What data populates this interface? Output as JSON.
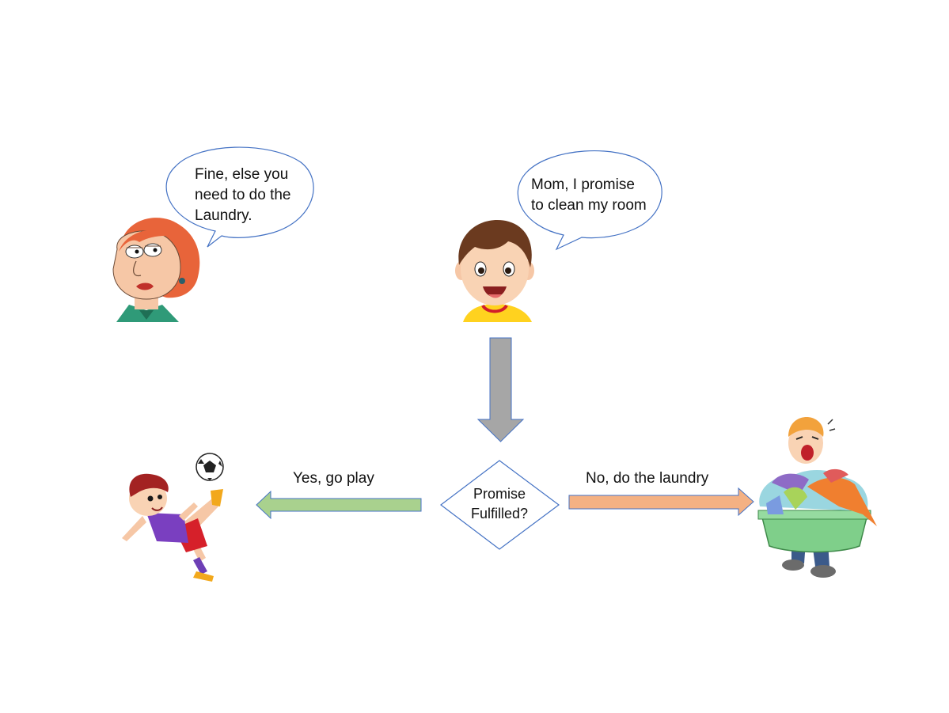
{
  "mom_bubble": {
    "lines": [
      "Fine, else you",
      "need to do the",
      "Laundry."
    ]
  },
  "kid_bubble": {
    "lines": [
      "Mom, I promise",
      "to clean my room"
    ]
  },
  "decision": {
    "lines": [
      "Promise",
      "Fulfilled?"
    ]
  },
  "yes_branch": {
    "label": "Yes, go play"
  },
  "no_branch": {
    "label": "No, do the laundry"
  },
  "colors": {
    "down_arrow": "#a6a6a6",
    "yes_arrow": "#a9d18e",
    "no_arrow": "#f4b183",
    "outline": "#4472c4",
    "mom_hair": "#e8643a",
    "kid_shirt": "#ffd21f"
  },
  "icons": [
    "mom-character-icon",
    "boy-character-icon",
    "soccer-player-icon",
    "soccer-ball-icon",
    "laundry-basket-boy-icon"
  ]
}
